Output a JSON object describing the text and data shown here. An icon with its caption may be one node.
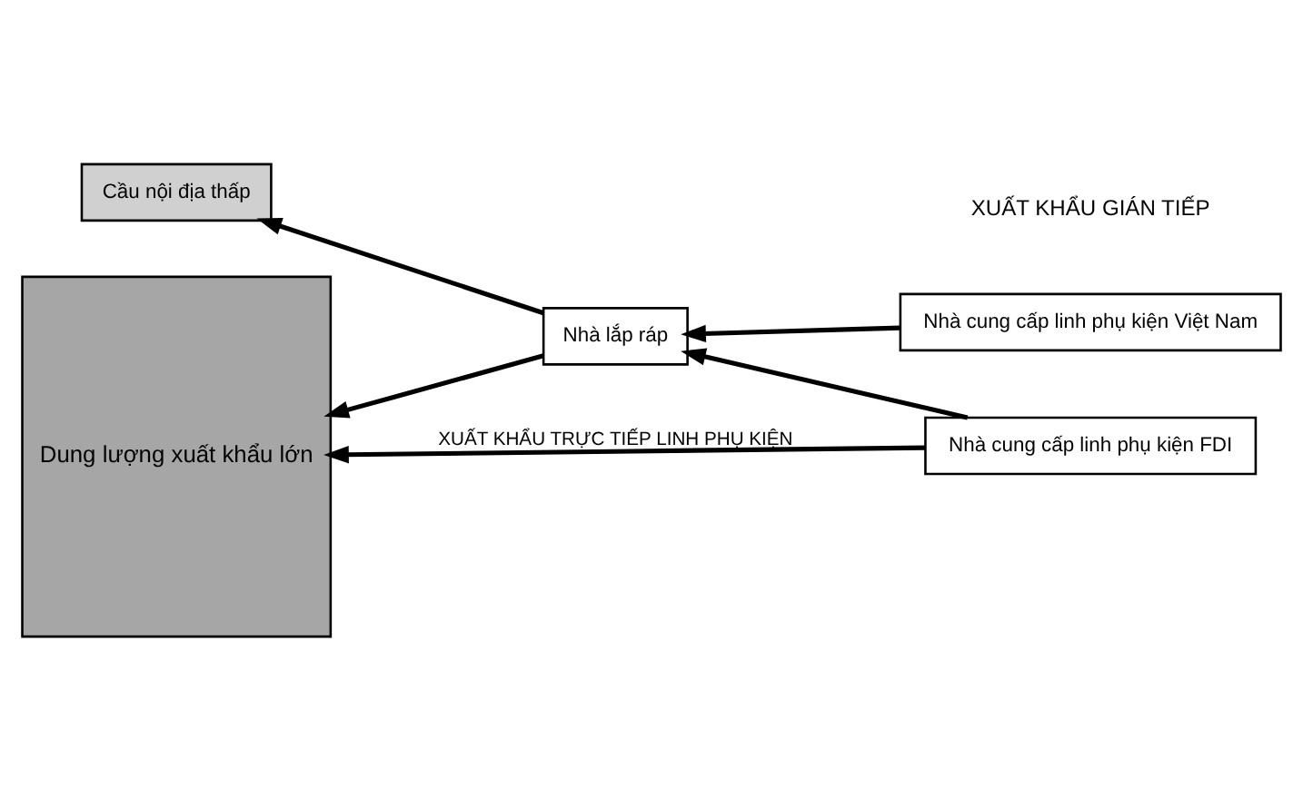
{
  "diagram": {
    "nodes": [
      {
        "text": [
          "Dung lượng xuất khẩu lớn"
        ]
      },
      {
        "text": [
          "Nhà lắp ráp"
        ]
      },
      {
        "text": [
          "Nhà cung cấp linh phụ kiện Việt Nam"
        ]
      },
      {
        "text": [
          "Cầu nội địa thấp"
        ]
      },
      {
        "text": [
          "Nhà cung cấp linh phụ kiện FDI"
        ]
      }
    ],
    "edges": [
      {
        "from": 1,
        "to": 0,
        "arrow": "to"
      },
      {
        "from": 2,
        "to": 1,
        "arrow": "to"
      },
      {
        "from": 1,
        "to": 3,
        "arrow": "to"
      },
      {
        "from": 4,
        "to": 1,
        "arrow": "to"
      },
      {
        "from": 4,
        "to": 0,
        "arrow": "to",
        "label": "XUẤT KHẨU TRỰC TIẾP LINH PHỤ KIỆN"
      }
    ],
    "labels": [
      "XUẤT KHẨU GIÁN TIẾP"
    ]
  }
}
